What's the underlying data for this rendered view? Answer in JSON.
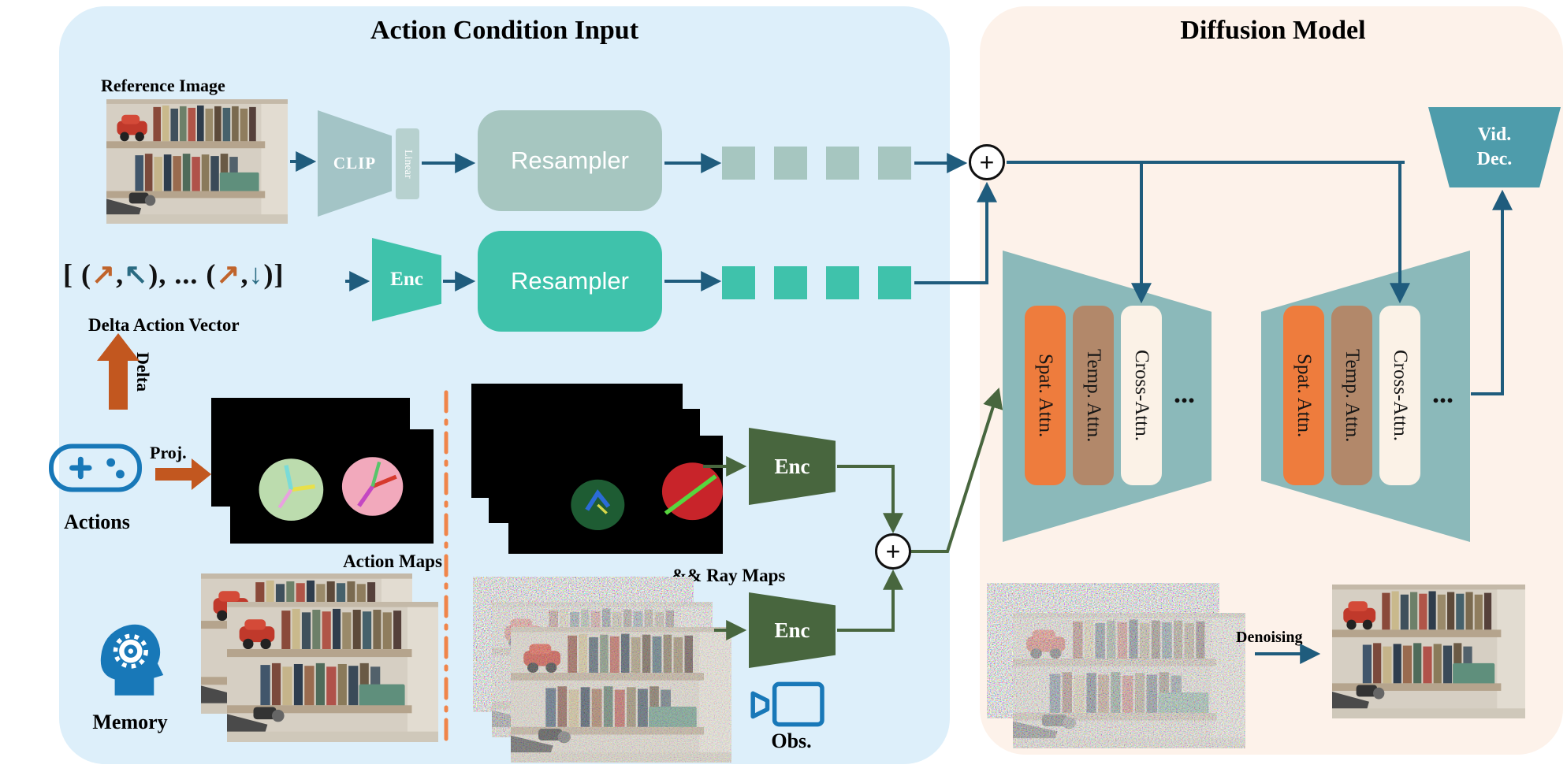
{
  "left_panel": {
    "title": "Action Condition Input",
    "reference_image_label": "Reference Image",
    "clip_label": "CLIP",
    "linear_label": "Linear",
    "resampler_top_label": "Resampler",
    "resampler_mid_label": "Resampler",
    "enc_action_label": "Enc",
    "delta_vector": {
      "open": "[ (",
      "arrow1": "↗",
      "comma1": ",",
      "arrow2": "↖",
      "middle": "), ... (",
      "arrow3": "↗",
      "comma2": ",",
      "arrow4": "↓",
      "close": ")]"
    },
    "delta_vector_label": "Delta Action Vector",
    "delta_arrow_label": "Delta",
    "actions_label": "Actions",
    "proj_label": "Proj.",
    "action_maps_label": "Action Maps",
    "ray_maps_label": "&& Ray Maps",
    "enc_ray_label": "Enc",
    "enc_obs_label": "Enc",
    "memory_label": "Memory",
    "obs_label": "Obs."
  },
  "right_panel": {
    "title": "Diffusion Model",
    "bars": [
      "Spat. Attn.",
      "Temp. Attn.",
      "Cross-Attn."
    ],
    "vid_dec": {
      "line1": "Vid.",
      "line2": "Dec."
    },
    "denoising_label": "Denoising"
  },
  "symbols": {
    "plus": "+",
    "ellipsis": "..."
  },
  "colors": {
    "left_panel_bg": "#ddeffa",
    "right_panel_bg": "#fdf2ea",
    "sage": "#a6c6c0",
    "teal": "#3fc2ab",
    "dark_green": "#48663e",
    "block_teal": "#8bb9ba",
    "spat_attn_orange": "#ee7c3d",
    "temp_attn_brown": "#b2886a",
    "cross_attn_cream": "#fbf2e7",
    "vid_dec_teal": "#4e9cab",
    "flow_arrow_blue": "#1f5c7d",
    "orange_arrow": "#c2571f",
    "dash_divider_orange": "#f0854a",
    "icon_blue": "#1878b8"
  }
}
